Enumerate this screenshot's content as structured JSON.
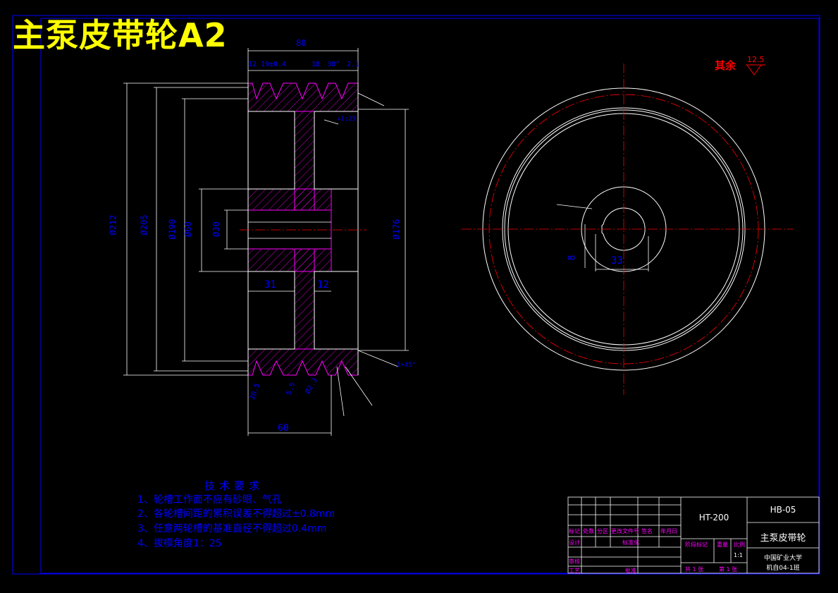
{
  "drawing": {
    "title": "主泵皮带轮A2",
    "roughness_label": "其余",
    "roughness_value": "12.5"
  },
  "dimensions": {
    "overall_width": "80",
    "groove_top": "12",
    "groove_pitch": "19±0.4",
    "groove_a": "18",
    "groove_angle": "38°",
    "groove_b": "2.1",
    "dia_212": "Ø212",
    "dia_205": "Ø205",
    "dia_190": "Ø190",
    "dia_60": "Ø60",
    "dia_30": "Ø30",
    "dia_176": "Ø176",
    "web_31": "31",
    "web_12": "12",
    "hub_60": "60",
    "chamfer": "1×45°",
    "key_width": "8",
    "key_depth": "33",
    "bottom_20": "20.5",
    "bottom_55": "5.5",
    "bottom_23": "Ø2.3",
    "slope": "∠1:25"
  },
  "notes": {
    "title": "技术要求",
    "items": [
      "1、轮槽工作面不应有砂眼、气孔",
      "2、各轮槽间距的累积误差不得超过±0.8mm",
      "3、任意两轮槽的基准直径不得超过0.4mm",
      "4、拔模角度1：25"
    ]
  },
  "title_block": {
    "material": "HT-200",
    "drawing_no": "HB-05",
    "part_name": "主泵皮带轮",
    "school": "中国矿业大学",
    "class": "机自04-1班",
    "col_labels": [
      "标记",
      "处数",
      "分区",
      "更改文件号",
      "签名",
      "年月日"
    ],
    "row_design": "设计",
    "row_std": "标准化",
    "row_review": "审核",
    "row_process": "工艺",
    "row_approve": "批准",
    "stage_label": "阶段标记",
    "weight_label": "重量",
    "scale_label": "比例",
    "scale_value": "1:1",
    "sheet_total": "共 1 张",
    "sheet_no": "第 1 张"
  },
  "colors": {
    "frame": "#0000ff",
    "title": "#ffff00",
    "outline": "#ff00ff",
    "hatch": "#ff00ff",
    "center": "#ff0000",
    "lines": "#ffffff"
  }
}
